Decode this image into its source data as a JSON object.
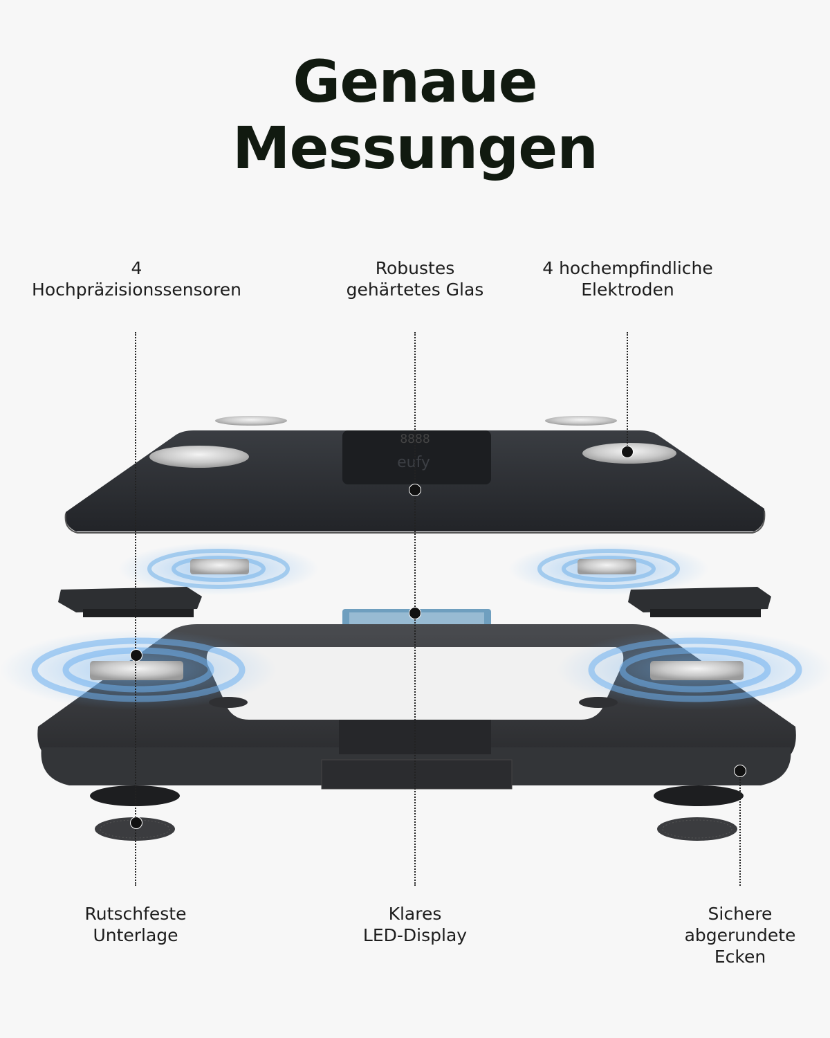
{
  "title": {
    "line1": "Genaue",
    "line2": "Messungen"
  },
  "labels": {
    "sensors": {
      "line1": "4",
      "line2": "Hochpräzisionssensoren"
    },
    "glass": {
      "line1": "Robustes",
      "line2": "gehärtetes Glas"
    },
    "electrodes": {
      "line1": "4 hochempfindliche",
      "line2": "Elektroden"
    },
    "pads": {
      "line1": "Rutschfeste",
      "line2": "Unterlage"
    },
    "display": {
      "line1": "Klares",
      "line2": "LED-Display"
    },
    "corners": {
      "line1": "Sichere",
      "line2": "abgerundete",
      "line3": "Ecken"
    }
  },
  "scale": {
    "brand": "eufy",
    "display_digits": "8888"
  },
  "colors": {
    "glass_top": "#2c2f33",
    "base": "#3a3c40",
    "accent_wave": "#4a90d9",
    "metal": "#c8c8c8"
  },
  "icons": [
    "scale-glass-top",
    "electrode-pad",
    "load-sensor",
    "sensor-wave",
    "anti-slip-pad",
    "led-display-board"
  ]
}
